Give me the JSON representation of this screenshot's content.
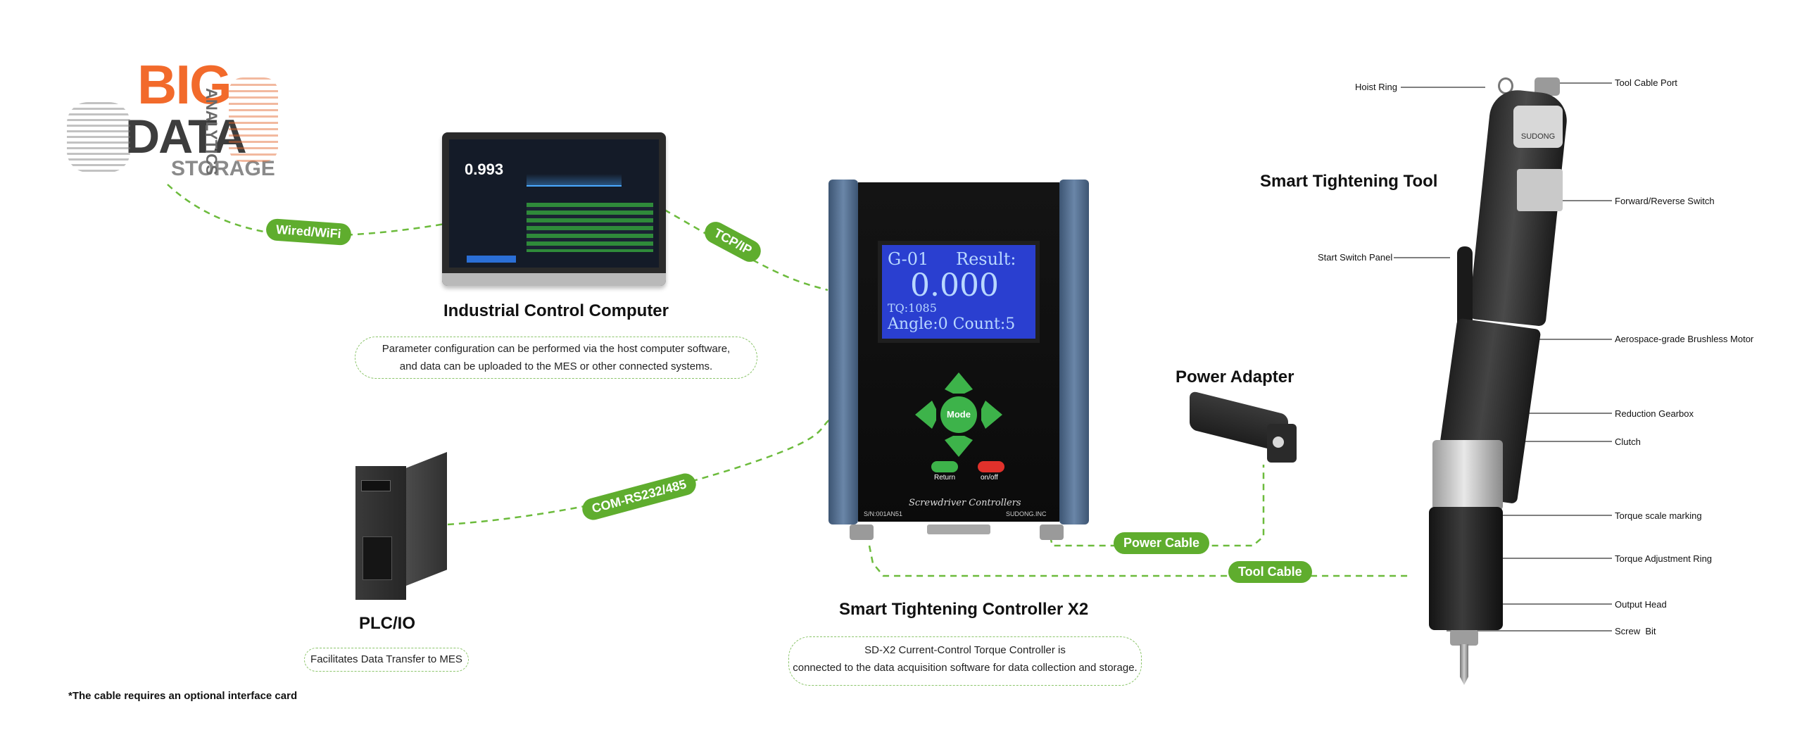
{
  "nodes": {
    "computer": {
      "title": "Industrial Control Computer",
      "caption_line1": "Parameter configuration can be performed via the host computer software,",
      "caption_line2": "and data can be uploaded to the MES or other connected systems.",
      "screen_value": "0.993"
    },
    "controller": {
      "title": "Smart Tightening Controller X2",
      "caption_line1": "SD-X2 Current-Control Torque Controller is",
      "caption_line2": "connected to the data acquisition software for data collection and storage.",
      "display": {
        "group": "G-01",
        "result": "Result:",
        "torque": "0.000",
        "tq": "TQ:1085",
        "angle": "Angle:0 Count:5"
      },
      "mode_label": "Mode",
      "return_label": "Return",
      "onoff_label": "on/off",
      "panel_label": "Screwdriver Controllers",
      "serial_label": "S/N:001AN51",
      "brand_label": "SUDONG.INC"
    },
    "plc": {
      "title": "PLC/IO",
      "caption": "Facilitates Data Transfer to MES"
    },
    "power": {
      "title": "Power Adapter"
    },
    "tool": {
      "title": "Smart Tightening Tool",
      "brand": "SUDONG"
    },
    "bigdata": {
      "big": "BIG",
      "data": "DATA",
      "storage": "STORAGE",
      "analytics": "ANALYTICS"
    }
  },
  "connections": {
    "wifi": "Wired/WiFi",
    "tcpip": "TCP/IP",
    "rs232": "COM-RS232/485",
    "power_cable": "Power Cable",
    "tool_cable": "Tool Cable"
  },
  "tool_parts": {
    "hoist_ring": "Hoist Ring",
    "cable_port": "Tool Cable Port",
    "fwd_rev": "Forward/Reverse Switch",
    "start_panel": "Start Switch Panel",
    "motor": "Aerospace-grade Brushless Motor",
    "gearbox": "Reduction Gearbox",
    "clutch": "Clutch",
    "torque_scale": "Torque scale marking",
    "torque_ring": "Torque Adjustment Ring",
    "output_head": "Output Head",
    "screw_bit": "Screw  Bit"
  },
  "footnote": "*The cable requires an optional interface card",
  "colors": {
    "accent": "#5fad2e",
    "dash": "#6cbb3c",
    "panel": "#0f0f0f",
    "side": "#4f6b8c"
  }
}
